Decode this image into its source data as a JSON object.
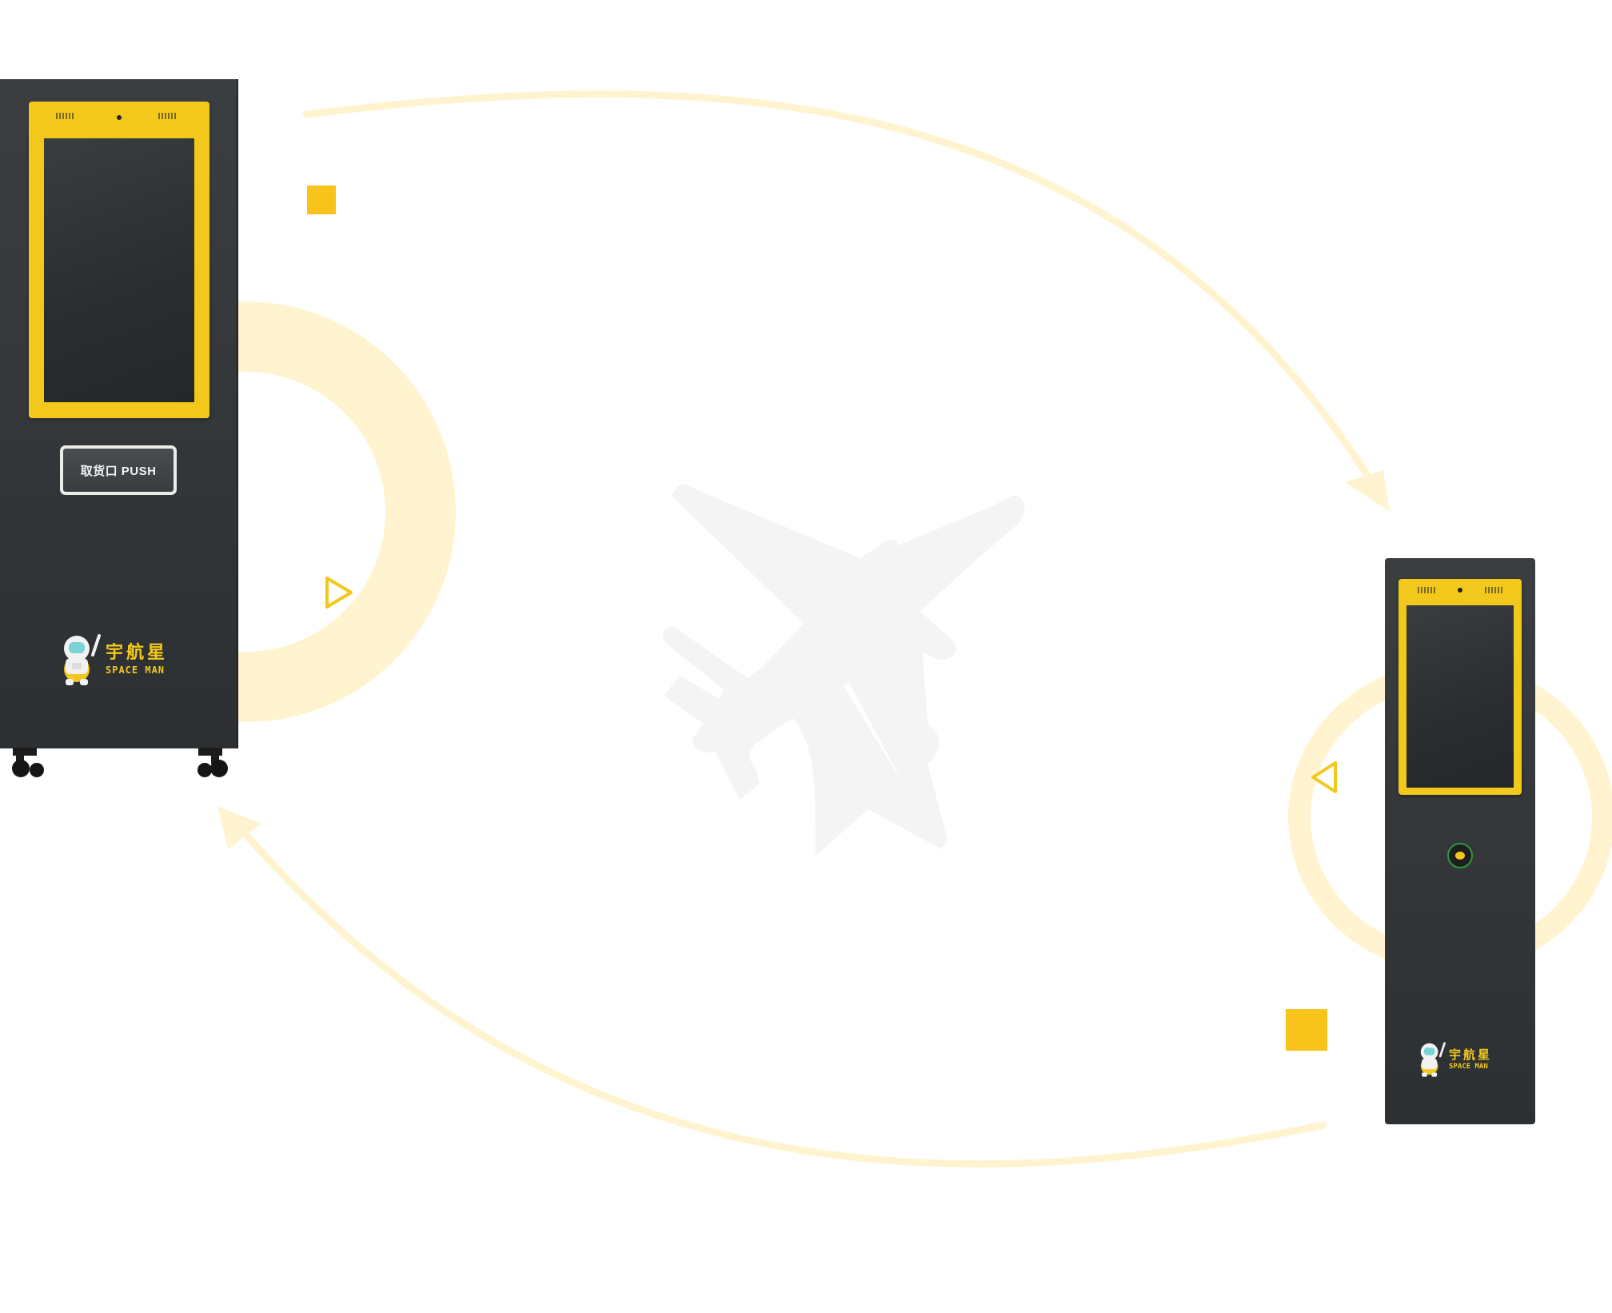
{
  "colors": {
    "accent_yellow": "#f3c81d",
    "pale_yellow": "#fff4cf",
    "machine_body": "#34373a",
    "plane_gray": "#f3f3f3"
  },
  "left_machine": {
    "push_label": "取货口 PUSH",
    "logo_cn": "宇航星",
    "logo_en": "SPACE MAN"
  },
  "right_machine": {
    "logo_cn": "宇航星",
    "logo_en": "SPACE MAN"
  },
  "icons": {
    "plane": "airplane-icon",
    "arrow_right": "play-triangle-icon",
    "arrow_left": "reverse-triangle-icon"
  }
}
